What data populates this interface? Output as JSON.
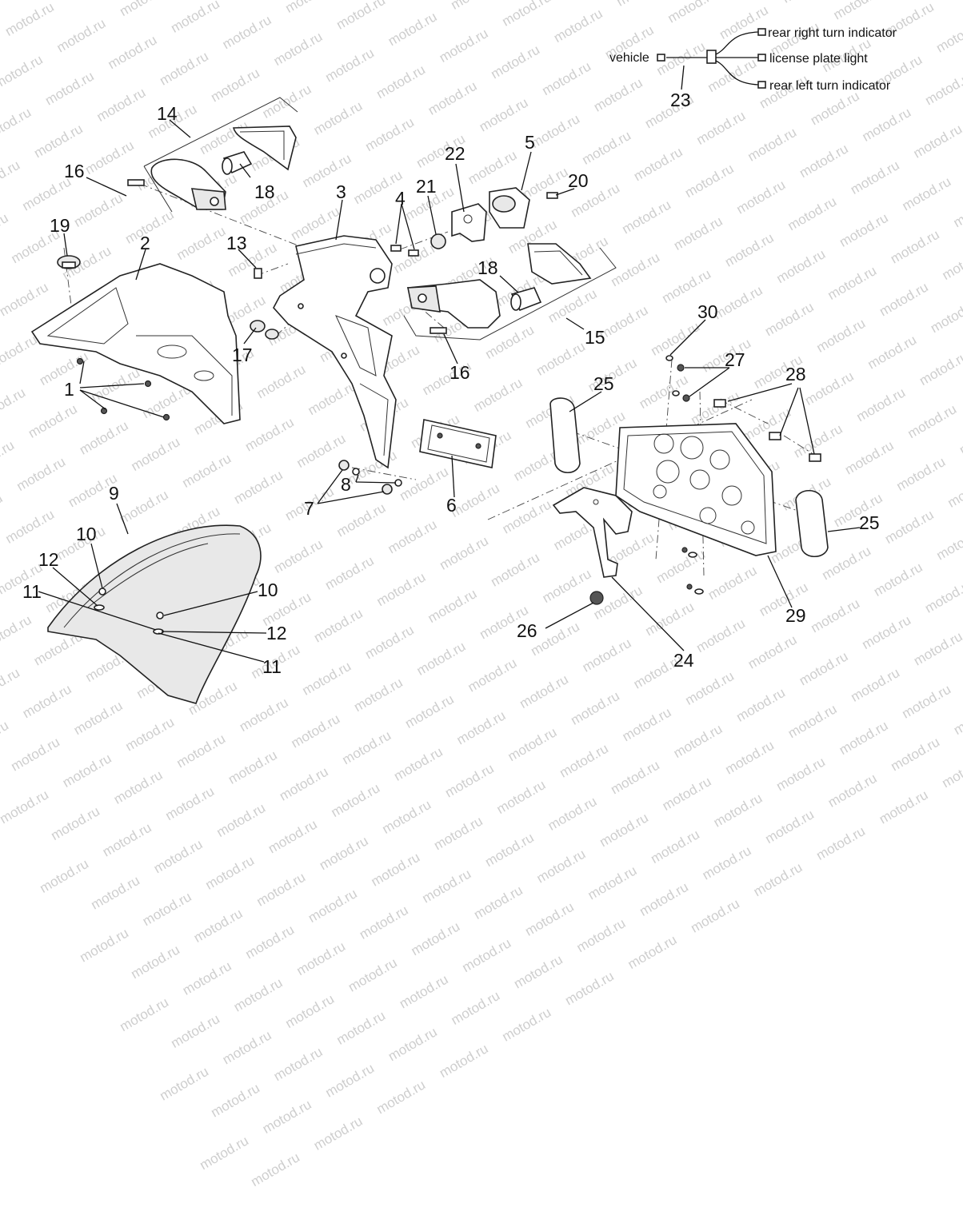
{
  "watermark": {
    "text": "motod.ru"
  },
  "wiring_legend": {
    "source": "vehicle",
    "outputs": [
      "rear right turn indicator",
      "license plate light",
      "rear left turn indicator"
    ],
    "ref": "23"
  },
  "callouts": {
    "c1": "1",
    "c2": "2",
    "c3": "3",
    "c4": "4",
    "c5": "5",
    "c6": "6",
    "c7": "7",
    "c8": "8",
    "c9": "9",
    "c10a": "10",
    "c10b": "10",
    "c11a": "11",
    "c11b": "11",
    "c12a": "12",
    "c12b": "12",
    "c13": "13",
    "c14": "14",
    "c15": "15",
    "c16a": "16",
    "c16b": "16",
    "c17": "17",
    "c18a": "18",
    "c18b": "18",
    "c19": "19",
    "c20": "20",
    "c21": "21",
    "c22": "22",
    "c23": "23",
    "c24": "24",
    "c25a": "25",
    "c25b": "25",
    "c26": "26",
    "c27": "27",
    "c28": "28",
    "c29": "29",
    "c30": "30"
  }
}
